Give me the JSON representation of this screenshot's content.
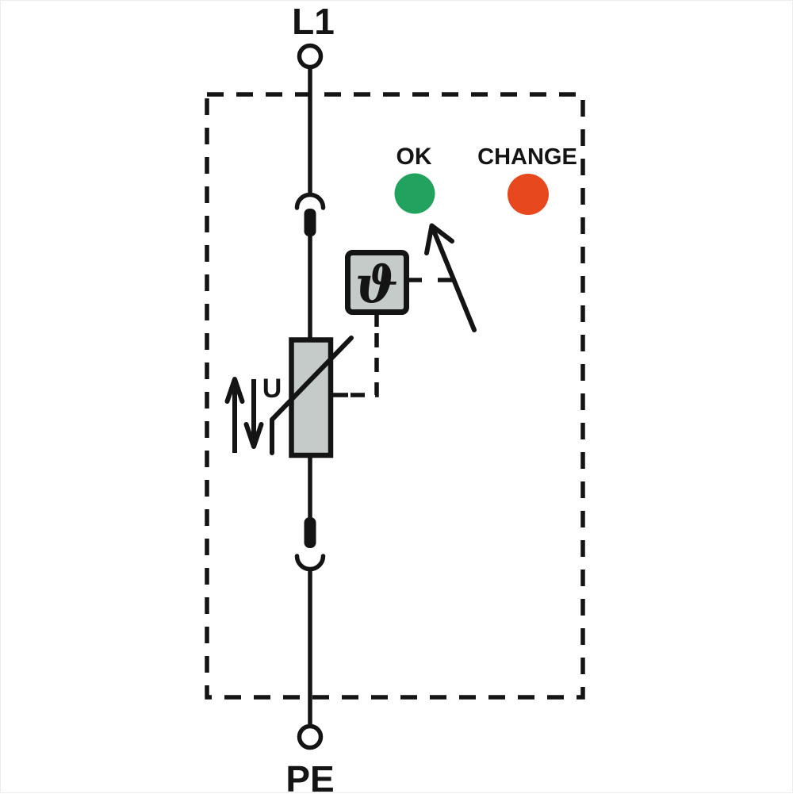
{
  "diagram": {
    "type": "surge-protector-circuit-schematic",
    "terminal_top": "L1",
    "terminal_bottom": "PE",
    "thermal_monitor_symbol": "ϑ",
    "voltage_label": "U",
    "indicators": {
      "ok": {
        "label": "OK",
        "color": "#21a35f"
      },
      "change": {
        "label": "CHANGE",
        "color": "#e8481e"
      }
    },
    "colors": {
      "line": "#141414",
      "component_fill": "#c4cbc8",
      "background": "#ffffff"
    }
  }
}
